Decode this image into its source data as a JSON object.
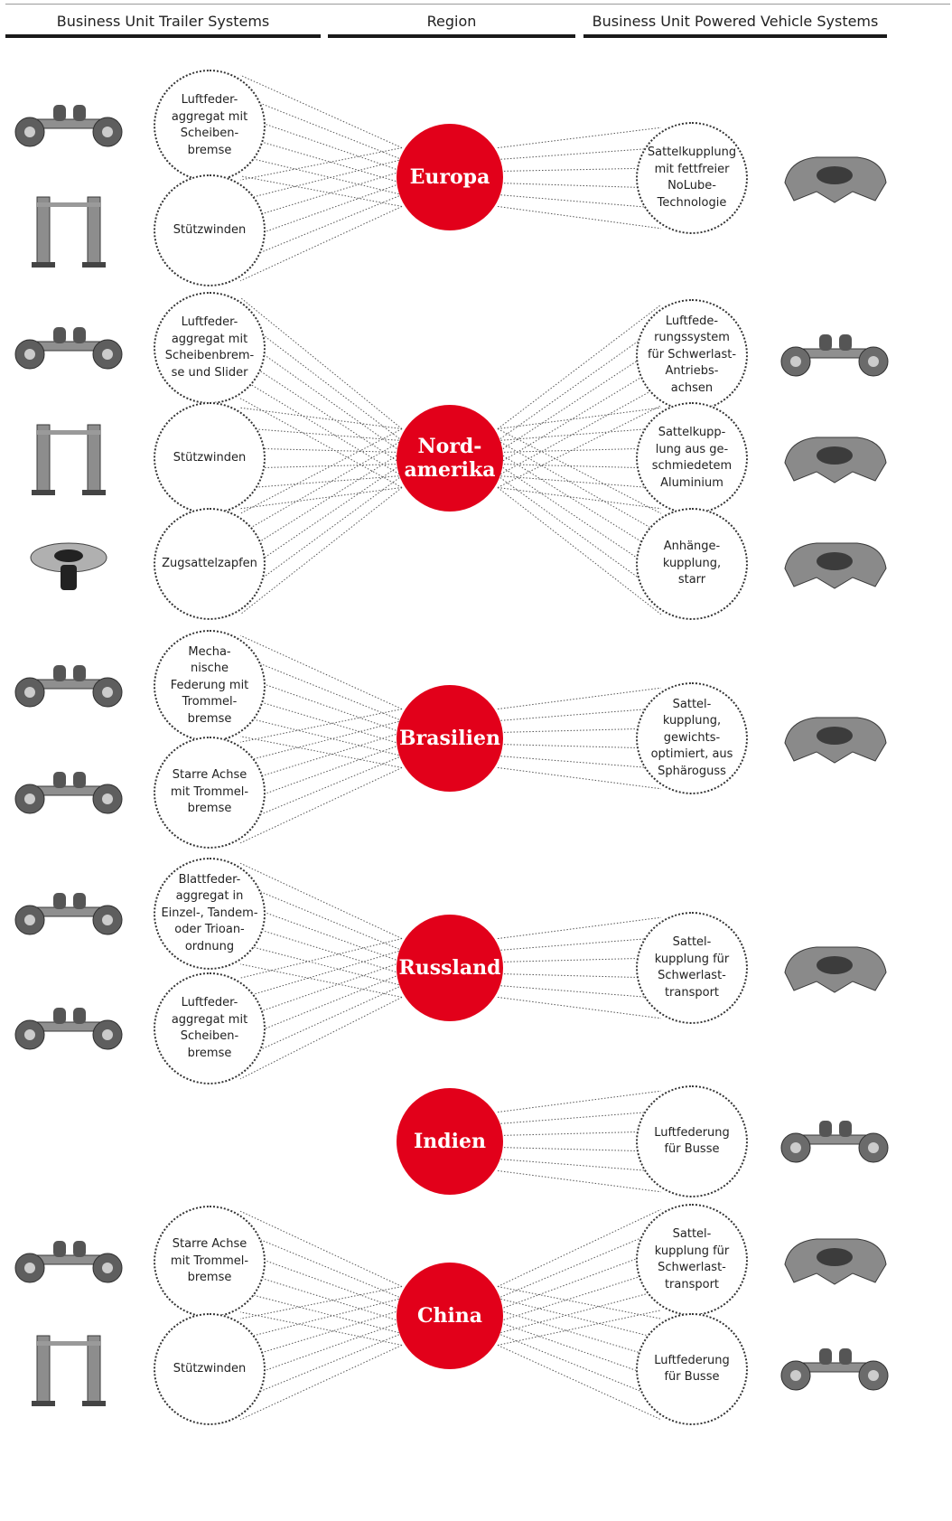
{
  "header": {
    "trailer_systems": "Business Unit Trailer Systems",
    "region": "Region",
    "powered_vehicle_systems": "Business Unit Powered Vehicle Systems"
  },
  "colors": {
    "region_red": "#e2001a",
    "text": "#222222",
    "rule": "#1a1a1a"
  },
  "regions": [
    {
      "name": "Europa",
      "trailer": [
        {
          "label": "Luftfeder-\naggregat mit\nScheiben-\nbremse",
          "image": "air-suspension-disc-brake-image"
        },
        {
          "label": "Stützwinden",
          "image": "landing-gear-image"
        }
      ],
      "powered": [
        {
          "label": "Sattelkupplung\nmit fettfreier\nNoLube-\nTechnologie",
          "image": "fifth-wheel-image"
        }
      ]
    },
    {
      "name": "Nord-\namerika",
      "trailer": [
        {
          "label": "Luftfeder-\naggregat mit\nScheibenbrem-\nse und Slider",
          "image": "slider-suspension-image"
        },
        {
          "label": "Stützwinden",
          "image": "landing-gear-image"
        },
        {
          "label": "Zugsattelzapfen",
          "image": "king-pin-image"
        }
      ],
      "powered": [
        {
          "label": "Luftfede-\nrungssystem\nfür Schwerlast-\nAntriebs-\nachsen",
          "image": "heavy-duty-air-suspension-image"
        },
        {
          "label": "Sattelkupp-\nlung aus ge-\nschmiedetem\nAluminium",
          "image": "aluminium-fifth-wheel-image"
        },
        {
          "label": "Anhänge-\nkupplung,\nstarr",
          "image": "rigid-hitch-image"
        }
      ]
    },
    {
      "name": "Brasilien",
      "trailer": [
        {
          "label": "Mecha-\nnische\nFederung mit\nTrommel-\nbremse",
          "image": "mechanical-suspension-image"
        },
        {
          "label": "Starre Achse\nmit Trommel-\nbremse",
          "image": "rigid-axle-drum-brake-image"
        }
      ],
      "powered": [
        {
          "label": "Sattel-\nkupplung,\ngewichts-\noptimiert, aus\nSphäroguss",
          "image": "weight-optimised-fifth-wheel-image"
        }
      ]
    },
    {
      "name": "Russland",
      "trailer": [
        {
          "label": "Blattfeder-\naggregat in\nEinzel-, Tandem-\noder Trioan-\nordnung",
          "image": "leaf-spring-suspension-image"
        },
        {
          "label": "Luftfeder-\naggregat mit\nScheiben-\nbremse",
          "image": "air-suspension-disc-brake-image"
        }
      ],
      "powered": [
        {
          "label": "Sattel-\nkupplung für\nSchwerlast-\ntransport",
          "image": "heavy-duty-fifth-wheel-image"
        }
      ]
    },
    {
      "name": "Indien",
      "trailer": [],
      "powered": [
        {
          "label": "Luftfederung\nfür Busse",
          "image": "bus-air-suspension-image"
        }
      ]
    },
    {
      "name": "China",
      "trailer": [
        {
          "label": "Starre Achse\nmit Trommel-\nbremse",
          "image": "rigid-axle-image"
        },
        {
          "label": "Stützwinden",
          "image": "landing-leg-image"
        }
      ],
      "powered": [
        {
          "label": "Sattel-\nkupplung für\nSchwerlast-\ntransport",
          "image": "heavy-duty-fifth-wheel-image"
        },
        {
          "label": "Luftfederung\nfür Busse",
          "image": "bus-air-suspension-image"
        }
      ]
    }
  ]
}
